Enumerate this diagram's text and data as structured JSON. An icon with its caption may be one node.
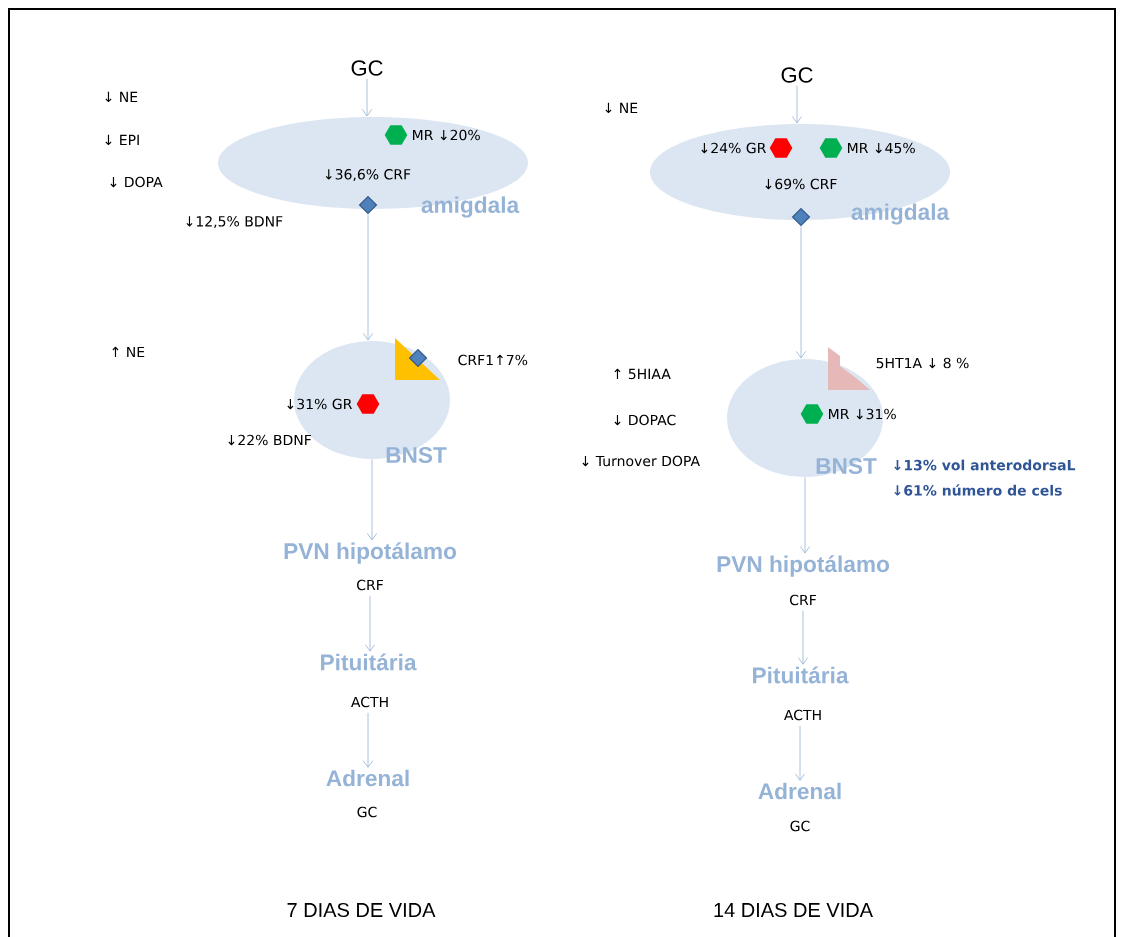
{
  "diagram": {
    "nodes": [
      {
        "text": [
          "GC"
        ]
      },
      {
        "text": [
          "amigdala"
        ]
      },
      {
        "text": [],
        "shape": "hexagon",
        "in": 1,
        "beside": [
          "MR ↓20%"
        ]
      },
      {
        "text": [],
        "shape": "diamond",
        "in": 1,
        "beside": [
          "↓36,6% CRF"
        ]
      },
      {
        "text": [
          "BNST"
        ]
      },
      {
        "text": [],
        "shape": "triangle",
        "in": 4,
        "beside": [
          "CRF1↑7%"
        ]
      },
      {
        "text": [],
        "shape": "diamond",
        "in": 5
      },
      {
        "text": [],
        "shape": "hexagon",
        "in": 4,
        "beside": [
          "↓31% GR"
        ]
      },
      {
        "text": [
          "PVN hipotálamo"
        ],
        "beside": [
          "CRF"
        ]
      },
      {
        "text": [
          "Pituitária"
        ],
        "beside": [
          "ACTH"
        ]
      },
      {
        "text": [
          "Adrenal"
        ],
        "beside": [
          "GC"
        ]
      },
      {
        "text": [
          "GC"
        ]
      },
      {
        "text": [
          "amigdala"
        ]
      },
      {
        "text": [],
        "shape": "hexagon",
        "in": 12,
        "beside": [
          "↓24% GR"
        ]
      },
      {
        "text": [],
        "shape": "hexagon",
        "in": 12,
        "beside": [
          "MR ↓45%"
        ]
      },
      {
        "text": [],
        "shape": "diamond",
        "in": 12,
        "beside": [
          "↓69% CRF"
        ]
      },
      {
        "text": [
          "BNST"
        ],
        "beside": [
          "↓13% vol anterodorsaL",
          "↓61% número de cels"
        ]
      },
      {
        "text": [],
        "shape": "wedge",
        "beside": [
          "5HT1A ↓ 8 %"
        ]
      },
      {
        "text": [],
        "shape": "hexagon",
        "in": 16,
        "beside": [
          "MR ↓31%"
        ]
      },
      {
        "text": [
          "PVN hipotálamo"
        ],
        "beside": [
          "CRF"
        ]
      },
      {
        "text": [
          "Pituitária"
        ],
        "beside": [
          "ACTH"
        ]
      },
      {
        "text": [
          "Adrenal"
        ],
        "beside": [
          "GC"
        ]
      }
    ],
    "edges": [
      {
        "from": 0,
        "to": 1,
        "arrow": "to"
      },
      {
        "from": 3,
        "to": 4,
        "arrow": "to"
      },
      {
        "from": 4,
        "to": 8,
        "arrow": "to"
      },
      {
        "from": 8,
        "to": 9,
        "arrow": "to"
      },
      {
        "from": 9,
        "to": 10,
        "arrow": "to"
      },
      {
        "from": 11,
        "to": 12,
        "arrow": "to"
      },
      {
        "from": 15,
        "to": 16,
        "arrow": "to"
      },
      {
        "from": 16,
        "to": 19,
        "arrow": "to"
      },
      {
        "from": 19,
        "to": 20,
        "arrow": "to"
      },
      {
        "from": 20,
        "to": 21,
        "arrow": "to"
      }
    ],
    "labels": [
      "↓ NE",
      "↓ EPI",
      "↓ DOPA",
      "↓12,5% BDNF",
      "↑ NE",
      "↓22% BDNF",
      "↓ NE",
      "↑ 5HIAA",
      "↓ DOPAC",
      "↓ Turnover  DOPA",
      "7 DIAS DE VIDA",
      "14 DIAS DE VIDA"
    ]
  }
}
